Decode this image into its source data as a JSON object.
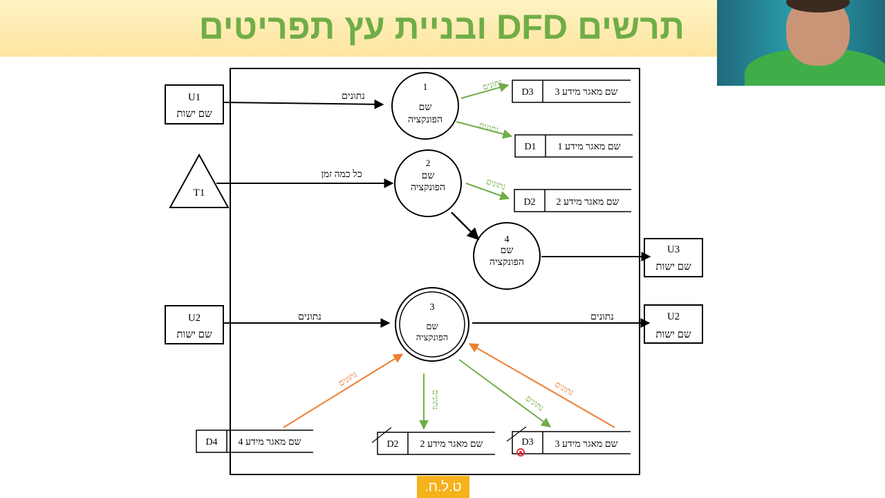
{
  "slide": {
    "title": "תרשים DFD ובניית עץ תפריטים",
    "next_label": "ט.ל.ח."
  },
  "colors": {
    "green": "#70ad47",
    "orange": "#ed7d31",
    "black": "#000000"
  },
  "entities": [
    {
      "id": "U1",
      "name": "שם ישות"
    },
    {
      "id": "T1"
    },
    {
      "id": "U2",
      "name": "שם ישות"
    },
    {
      "id": "U3",
      "name": "שם ישות"
    },
    {
      "id": "U2",
      "name": "שם ישות"
    }
  ],
  "processes": [
    {
      "num": "1",
      "line1": "שם",
      "line2": "הפונקציה"
    },
    {
      "num": "2",
      "line1": "שם",
      "line2": "הפונקציה"
    },
    {
      "num": "4",
      "line1": "שם",
      "line2": "הפונקציה"
    },
    {
      "num": "3",
      "line1": "שם",
      "line2": "הפונקציה"
    }
  ],
  "stores": [
    {
      "id": "D3",
      "name": "שם מאגר מידע 3"
    },
    {
      "id": "D1",
      "name": "שם מאגר מידע 1"
    },
    {
      "id": "D2",
      "name": "שם מאגר מידע 2"
    },
    {
      "id": "D4",
      "name": "שם מאגר מידע 4"
    },
    {
      "id": "D2",
      "name": "שם מאגר מידע 2"
    },
    {
      "id": "D3",
      "name": "שם מאגר מידע 3"
    }
  ],
  "flows": {
    "data": "נתונים",
    "periodic": "כל כמה זמן"
  }
}
